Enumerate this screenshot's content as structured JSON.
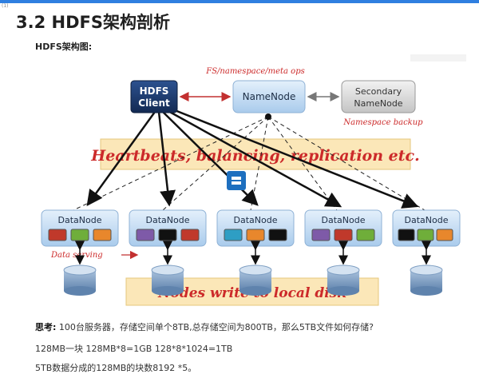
{
  "header": {
    "tiny_label": "(1)",
    "title": "3.2 HDFS架构剖析"
  },
  "section": {
    "label": "HDFS架构图:"
  },
  "diagram": {
    "client_lines": [
      "HDFS",
      "Client"
    ],
    "namenode": "NameNode",
    "secondary_lines": [
      "Secondary",
      "NameNode"
    ],
    "fs_ops_label": "FS/namespace/meta ops",
    "namespace_backup_label": "Namespace backup",
    "heartbeat_banner": "Heartbeats, balancing, replication etc.",
    "datanode_label": "DataNode",
    "data_serving_label": "Data serving",
    "disk_banner": "Nodes write to local disk",
    "block_colors": [
      [
        "#c0392b",
        "#6fae3a",
        "#e8872c"
      ],
      [
        "#7e5aa8",
        "#111111",
        "#c0392b"
      ],
      [
        "#2e9ec4",
        "#e8872c",
        "#111111"
      ],
      [
        "#7e5aa8",
        "#c0392b",
        "#6fae3a"
      ],
      [
        "#111111",
        "#6fae3a",
        "#e8872c"
      ]
    ],
    "colors": {
      "client": "#1e3a6b",
      "node_blue": "#bcd8f2",
      "node_gray": "#d6d6d6",
      "banner": "#fbe7b8",
      "script_red": "#cc2a2a",
      "disk": "#7f9fc3"
    }
  },
  "text": {
    "think_label": "思考:",
    "think_body": "100台服务器，存储空间单个8TB,总存储空间为800TB，那么5TB文件如何存储?",
    "line1": "128MB一块    128MB*8=1GB   128*8*1024=1TB",
    "line2": "5TB数据分成的128MB的块数8192 *5。"
  }
}
